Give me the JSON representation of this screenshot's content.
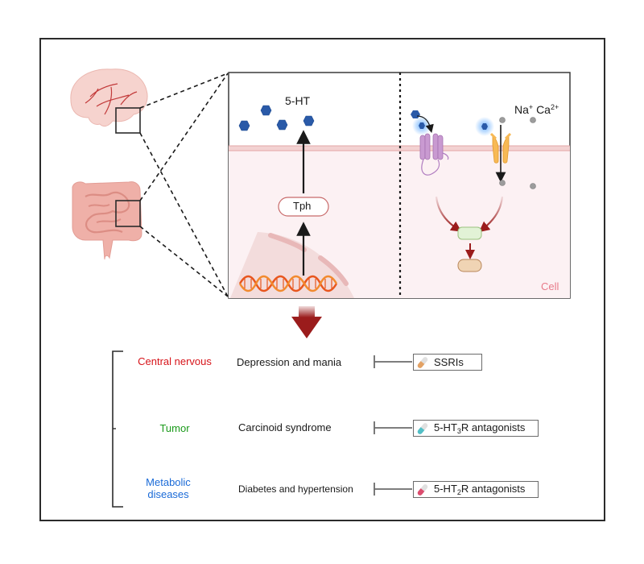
{
  "panel": {
    "serotonin_label": "5-HT",
    "enzyme_label": "Tph",
    "ions": {
      "na": "Na",
      "na_charge": "+",
      "ca": "Ca",
      "ca_charge": "2+"
    },
    "cell_label": "Cell"
  },
  "organs": [
    {
      "name": "brain"
    },
    {
      "name": "intestine"
    }
  ],
  "colors": {
    "central_nervous": "#d7141a",
    "tumor": "#1a9a1a",
    "metabolic": "#1a6ad7",
    "arrow_red": "#9b1c1c",
    "hexagon_blue": "#2a5aa8",
    "membrane": "#e8b3b3",
    "cell_bg": "#fcf1f3"
  },
  "rows": [
    {
      "category": "Central nervous",
      "disease": "Depression and mania",
      "drug": {
        "prefix": "SSRIs",
        "sub": "",
        "suffix": "",
        "capsule_color": "#e3a265"
      }
    },
    {
      "category": "Tumor",
      "disease": "Carcinoid syndrome",
      "drug": {
        "prefix": "5-HT",
        "sub": "3",
        "suffix": "R antagonists",
        "capsule_color": "#52bfc6"
      }
    },
    {
      "category_line1": "Metabolic",
      "category_line2": "diseases",
      "disease": "Diabetes and hypertension",
      "drug": {
        "prefix": "5-HT",
        "sub": "2",
        "suffix": "R antagonists",
        "capsule_color": "#dc4d6f"
      }
    }
  ]
}
